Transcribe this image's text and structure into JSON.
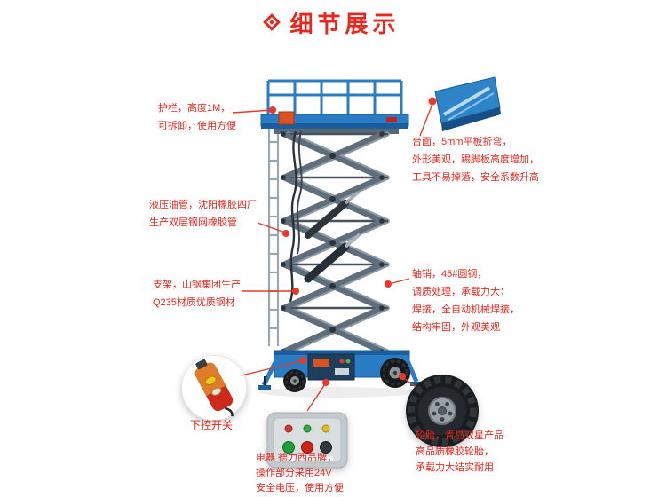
{
  "title": {
    "icon": "diamond-icon",
    "text": "细节展示"
  },
  "annotations": {
    "guardrail": {
      "lines": [
        "护栏，高度1M，",
        "可拆卸，使用方便"
      ]
    },
    "platform": {
      "lines": [
        "台面，5mm平板折弯，",
        "外形美观，踢脚板高度增加，",
        "工具不易掉落，安全系数升高"
      ]
    },
    "hydraulic_hose": {
      "lines": [
        "液压油管，沈阳橡胶四厂",
        "生产双层钢网橡胶管"
      ]
    },
    "bracket": {
      "lines": [
        "支架，山钢集团生产",
        "Q235材质优质钢材"
      ]
    },
    "axle_pin": {
      "lines": [
        "轴销，45#圆钢，",
        "调质处理，承载力大；",
        "焊接，全自动机械焊接，",
        "结构牢固，外观美观"
      ]
    },
    "lower_control": {
      "label": "下控开关"
    },
    "electric": {
      "lines": [
        "电器 德力西品牌，",
        "操作部分采用24V",
        "安全电压，使用方便"
      ]
    },
    "tire": {
      "lines": [
        "轮胎，青岛双星产品",
        "高品质橡胶轮胎，",
        "承载力大结实耐用"
      ]
    }
  },
  "colors": {
    "accent_red": "#e8281e",
    "leader_red": "#e8392b",
    "lift_blue": "#2a7cc4",
    "scissor_gray": "#5f6e7a"
  }
}
